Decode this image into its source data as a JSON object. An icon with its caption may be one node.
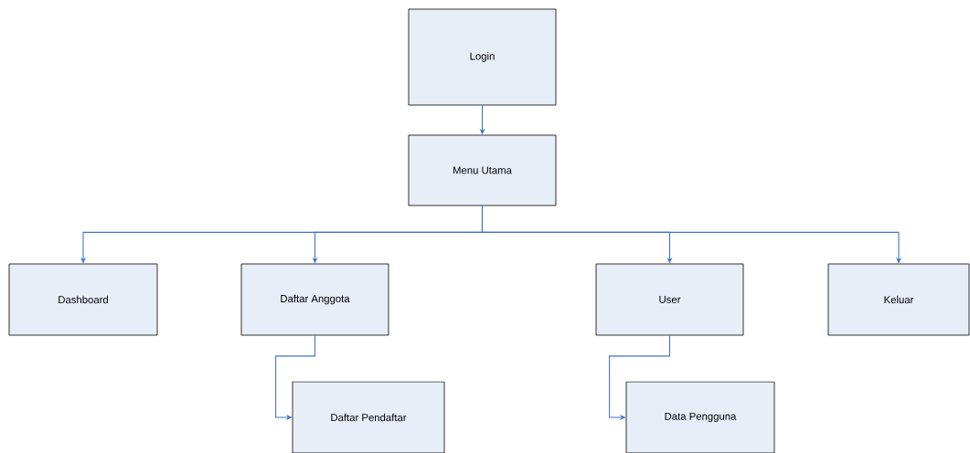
{
  "diagram": {
    "nodes": [
      {
        "text": [
          "Login"
        ]
      },
      {
        "text": [
          "Menu Utama"
        ]
      },
      {
        "text": [
          "Dashboard"
        ]
      },
      {
        "text": [
          "Daftar Anggota"
        ]
      },
      {
        "text": [
          "User"
        ]
      },
      {
        "text": [
          "Keluar"
        ]
      },
      {
        "text": [
          "Daftar Pendaftar"
        ]
      },
      {
        "text": [
          "Data Pengguna"
        ]
      }
    ],
    "edges": [
      {
        "from": 0,
        "to": 1,
        "arrow": "to"
      },
      {
        "from": 1,
        "to": 2,
        "arrow": "to"
      },
      {
        "from": 1,
        "to": 3,
        "arrow": "to"
      },
      {
        "from": 1,
        "to": 4,
        "arrow": "to"
      },
      {
        "from": 1,
        "to": 5,
        "arrow": "to"
      },
      {
        "from": 3,
        "to": 6,
        "arrow": "to"
      },
      {
        "from": 4,
        "to": 7,
        "arrow": "to"
      }
    ]
  }
}
